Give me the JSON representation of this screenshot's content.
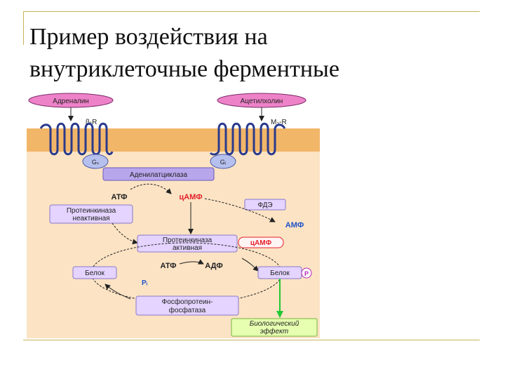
{
  "slide": {
    "title_line1": "Пример воздействия на",
    "title_line2": "внутриклеточные ферментные"
  },
  "diagram": {
    "adrenalin": "Адреналин",
    "acetylcholine": "Ацетилхолин",
    "beta_receptor": "β-R",
    "m_receptor": "M₂-R",
    "gs": "Gₛ",
    "gi": "Gᵢ",
    "adenylate_cyclase": "Аденилатциклаза",
    "atp_top": "АТФ",
    "camp_top": "цАМФ",
    "pde": "ФДЭ",
    "amp": "АМФ",
    "pk_inactive_1": "Протеинкиназа",
    "pk_inactive_2": "неактивная",
    "pk_active_1": "Протеинкиназа",
    "pk_active_2": "активная",
    "camp_bound": "цАМФ",
    "protein_left": "Белок",
    "protein_right": "Белок",
    "phosphate": "P",
    "atp_mid": "АТФ",
    "adp_mid": "АДФ",
    "pi": "Pᵢ",
    "phosphatase_1": "Фосфопротеин-",
    "phosphatase_2": "фосфатаза",
    "effect_1": "Биологический",
    "effect_2": "эффект",
    "colors": {
      "membrane": "#f2b668",
      "cytoplasm": "#fbe3c4",
      "receptor_line": "#2a3a8c",
      "box_fill": "#e4d4ff",
      "box_stroke": "#8a78c8",
      "ligand_fill": "#ee82c8",
      "red_text": "#e4202a",
      "blue_text": "#1e52c8",
      "green_arrow": "#22c832",
      "green_box": "#e6ffb0"
    }
  }
}
